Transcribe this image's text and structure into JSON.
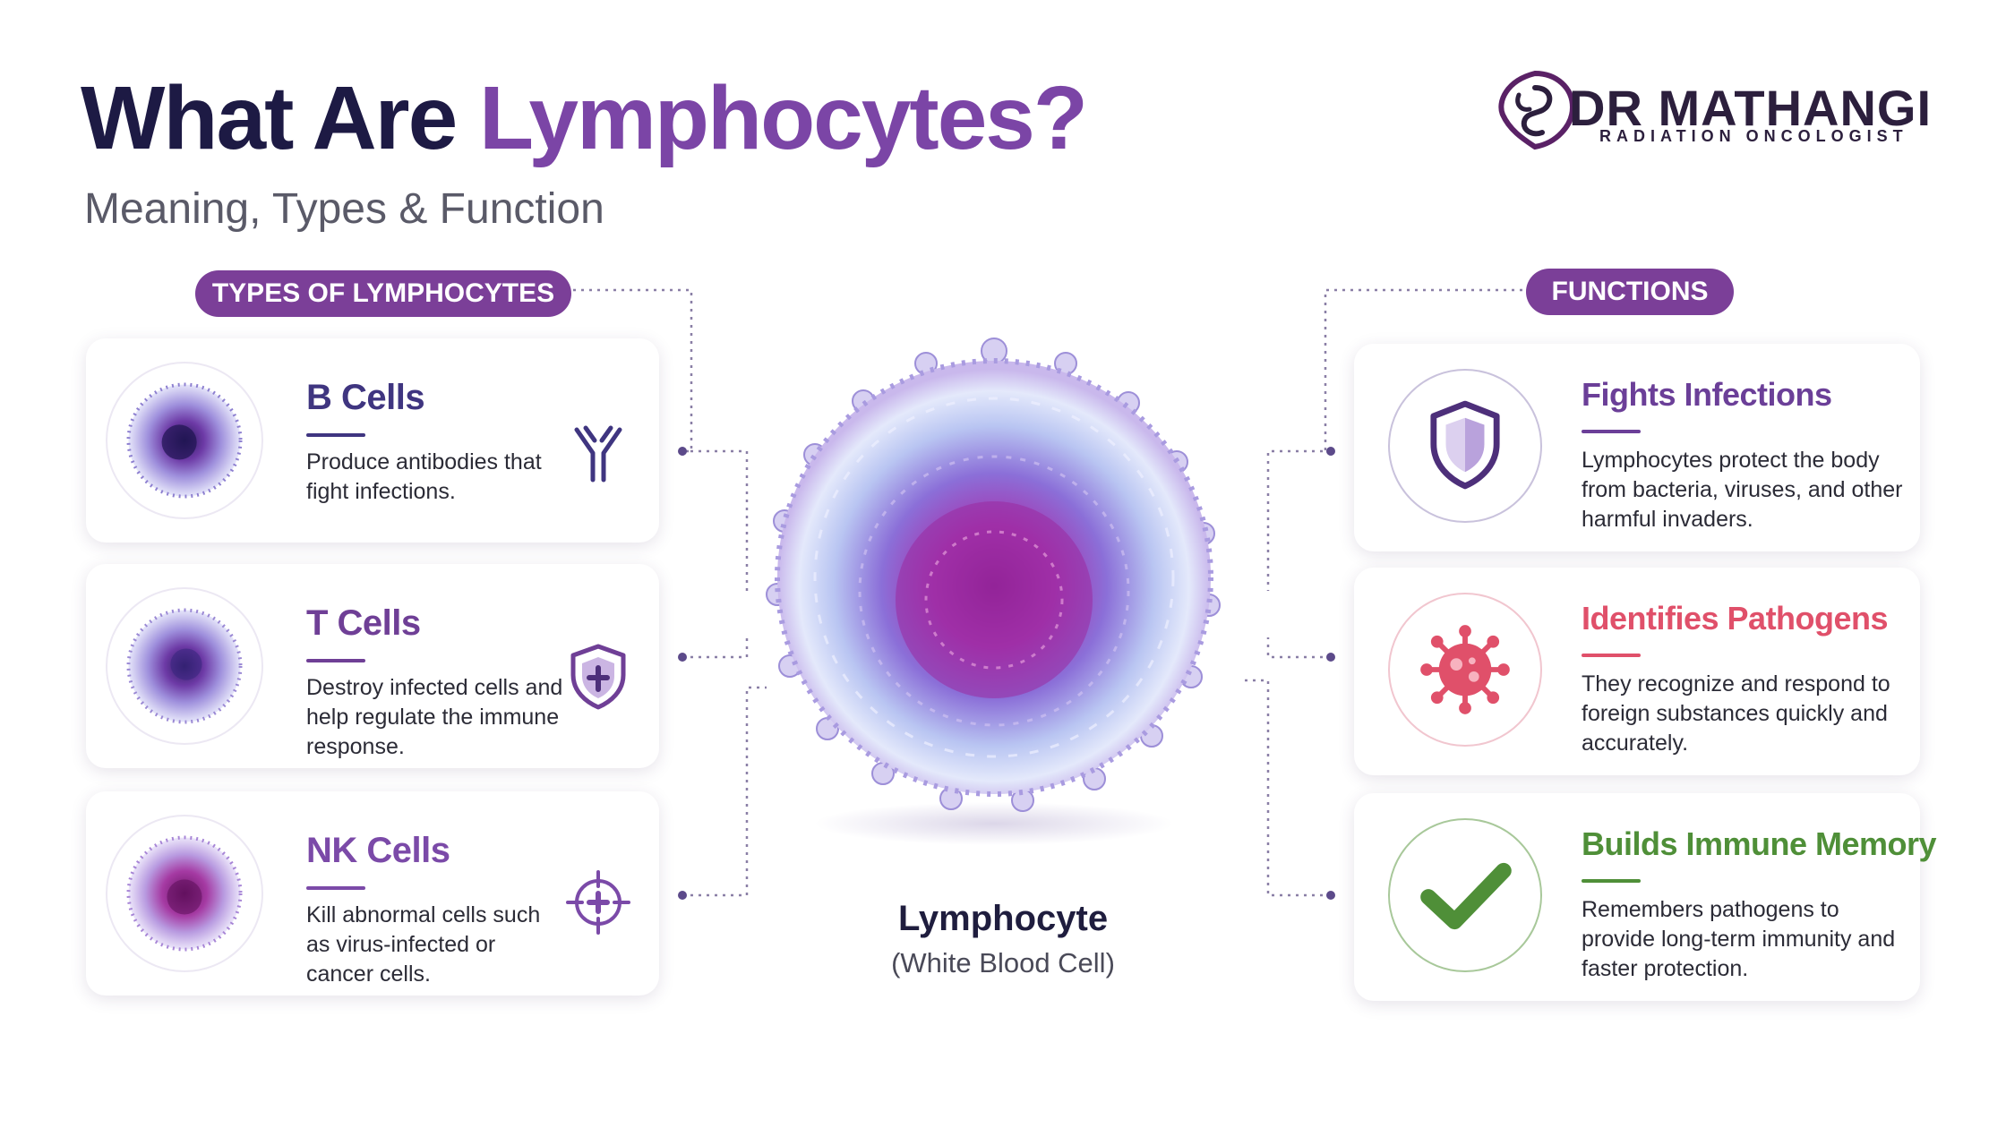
{
  "header": {
    "title_plain": "What Are ",
    "title_accent": "Lymphocytes?",
    "subtitle": "Meaning, Types & Function"
  },
  "logo": {
    "name": "DR MATHANGI",
    "tagline": "RADIATION ONCOLOGIST"
  },
  "sections": {
    "types_label": "TYPES OF LYMPHOCYTES",
    "functions_label": "FUNCTIONS"
  },
  "types": [
    {
      "title": "B Cells",
      "description": "Produce antibodies that fight infections.",
      "icon": "antibody-icon",
      "color": "#3f3580"
    },
    {
      "title": "T Cells",
      "description": "Destroy infected cells and help regulate the immune response.",
      "icon": "shield-cross-icon",
      "color": "#6f3f96"
    },
    {
      "title": "NK Cells",
      "description": "Kill abnormal cells such as virus-infected or cancer cells.",
      "icon": "crosshair-icon",
      "color": "#7b4aa8"
    }
  ],
  "functions": [
    {
      "title": "Fights Infections",
      "description": "Lymphocytes protect the body from bacteria, viruses, and other harmful invaders.",
      "icon": "shield-icon",
      "color": "#6b3f98"
    },
    {
      "title": "Identifies Pathogens",
      "description": "They recognize and respond to foreign substances quickly and accurately.",
      "icon": "virus-icon",
      "color": "#e0506a"
    },
    {
      "title": "Builds Immune Memory",
      "description": "Remembers pathogens to provide long-term immunity and faster protection.",
      "icon": "checkmark-icon",
      "color": "#4f8f38"
    }
  ],
  "center": {
    "name": "Lymphocyte",
    "subtitle": "(White Blood Cell)"
  }
}
